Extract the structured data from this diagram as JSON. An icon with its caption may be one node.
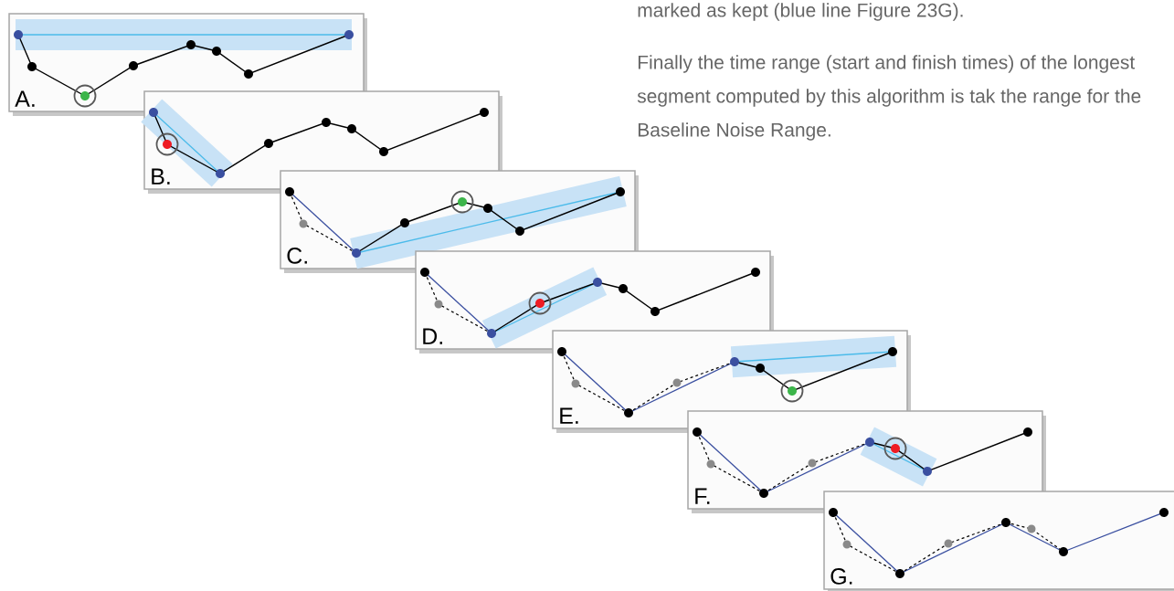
{
  "diagram": {
    "nodes": [
      {
        "text": [
          "A."
        ]
      },
      {
        "text": [
          "B."
        ]
      },
      {
        "text": [
          "C."
        ]
      },
      {
        "text": [
          "D."
        ]
      },
      {
        "text": [
          "E."
        ]
      },
      {
        "text": [
          "F."
        ]
      },
      {
        "text": [
          "G."
        ]
      }
    ],
    "labels": [
      "marked as kept (blue line Figure 23G).",
      "Finally the time range (start and finish times) of the longest segment computed by this algorithm is tak the range for the Baseline Noise Range."
    ]
  }
}
